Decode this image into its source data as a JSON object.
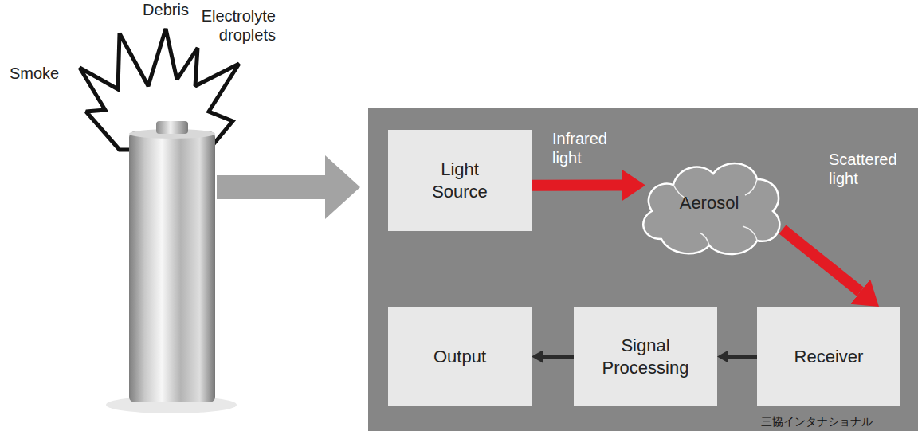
{
  "diagram": {
    "nodes": [
      {
        "text": [
          "Light Source"
        ]
      },
      {
        "text": [
          "Aerosol"
        ]
      },
      {
        "text": [
          "Receiver"
        ]
      },
      {
        "text": [
          "Signal Processing"
        ]
      },
      {
        "text": [
          "Output"
        ]
      }
    ],
    "edges": [
      {
        "from": 0,
        "to": 1,
        "label": "Infrared light",
        "arrow": "to"
      },
      {
        "from": 1,
        "to": 2,
        "label": "Scattered light",
        "arrow": "to"
      },
      {
        "from": 2,
        "to": 3,
        "arrow": "to"
      },
      {
        "from": 3,
        "to": 4,
        "arrow": "to"
      }
    ],
    "labels": [
      "Smoke",
      "Debris",
      "Electrolyte droplets",
      "三協インタナショナル"
    ]
  }
}
